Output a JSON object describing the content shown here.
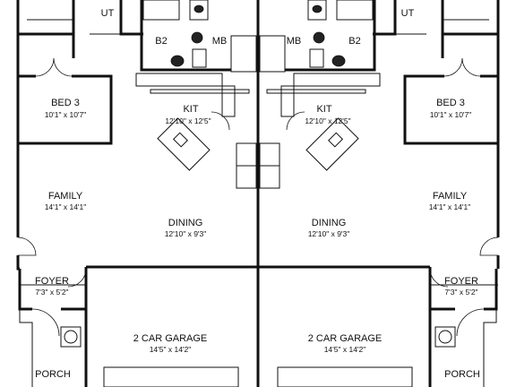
{
  "left_unit": {
    "utility": "UT",
    "bath_2": "B2",
    "master_bath": "MB",
    "bed_3": {
      "name": "BED 3",
      "size": "10'1\" x 10'7\""
    },
    "kitchen": {
      "name": "KIT",
      "size": "12'10\" x 12'5\""
    },
    "family": {
      "name": "FAMILY",
      "size": "14'1\" x 14'1\""
    },
    "dining": {
      "name": "DINING",
      "size": "12'10\" x 9'3\""
    },
    "foyer": {
      "name": "FOYER",
      "size": "7'3\" x 5'2\""
    },
    "garage": {
      "name": "2 CAR GARAGE",
      "size": "14'5\" x 14'2\""
    },
    "porch": "PORCH"
  },
  "right_unit": {
    "utility": "UT",
    "bath_2": "B2",
    "master_bath": "MB",
    "bed_3": {
      "name": "BED 3",
      "size": "10'1\" x 10'7\""
    },
    "kitchen": {
      "name": "KIT",
      "size": "12'10\" x 12'5\""
    },
    "family": {
      "name": "FAMILY",
      "size": "14'1\" x 14'1\""
    },
    "dining": {
      "name": "DINING",
      "size": "12'10\" x 9'3\""
    },
    "foyer": {
      "name": "FOYER",
      "size": "7'3\" x 5'2\""
    },
    "garage": {
      "name": "2 CAR GARAGE",
      "size": "14'5\" x 14'2\""
    },
    "porch": "PORCH"
  }
}
